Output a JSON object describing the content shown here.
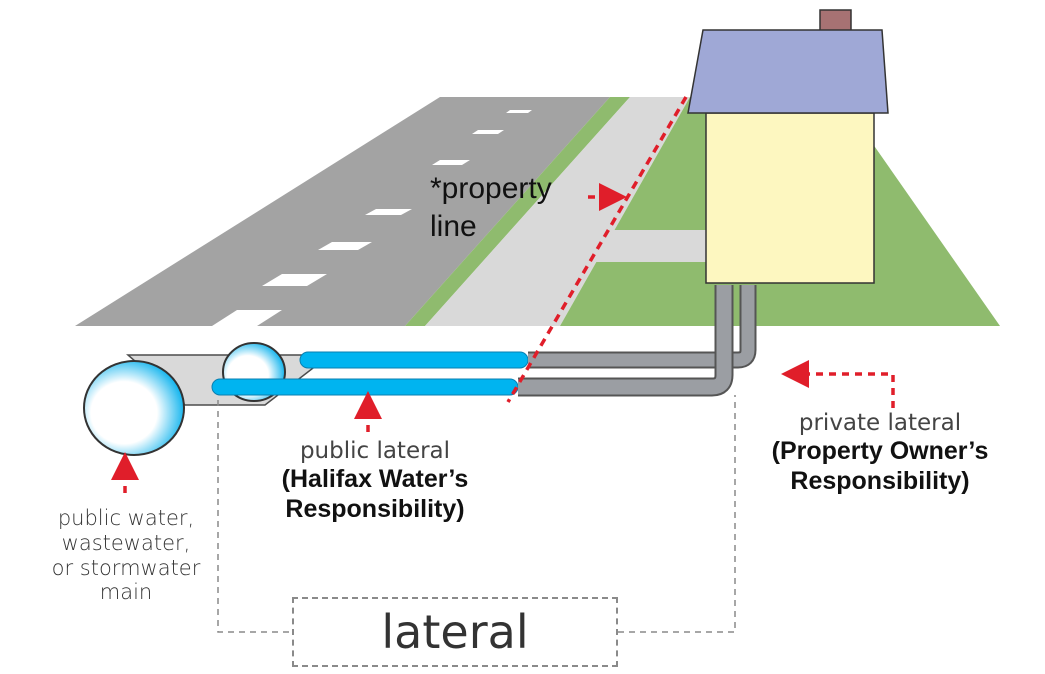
{
  "labels": {
    "property_line_1": "*property",
    "property_line_2": "line",
    "main_1": "public water,",
    "main_2": "wastewater,",
    "main_3": "or stormwater",
    "main_4": "main",
    "public_lateral": "public lateral",
    "public_owner_1": "(Halifax Water’s",
    "public_owner_2": "Responsibility)",
    "private_lateral": "private lateral",
    "private_owner_1": "(Property Owner’s",
    "private_owner_2": "Responsibility)",
    "lateral": "lateral"
  },
  "colors": {
    "road": "#a3a3a3",
    "grass": "#8fbb6e",
    "sidewalk": "#d9d9d9",
    "pipe_blue": "#00b4f0",
    "pipe_gray": "#9b9ea3",
    "house_wall": "#fdf7c0",
    "roof": "#9fa8d6",
    "chimney": "#a77273",
    "arrow_red": "#e01e2a",
    "bracket": "#8a8a8a"
  },
  "icons": {
    "arrow": "red-dashed-arrow",
    "house": "house-icon"
  }
}
